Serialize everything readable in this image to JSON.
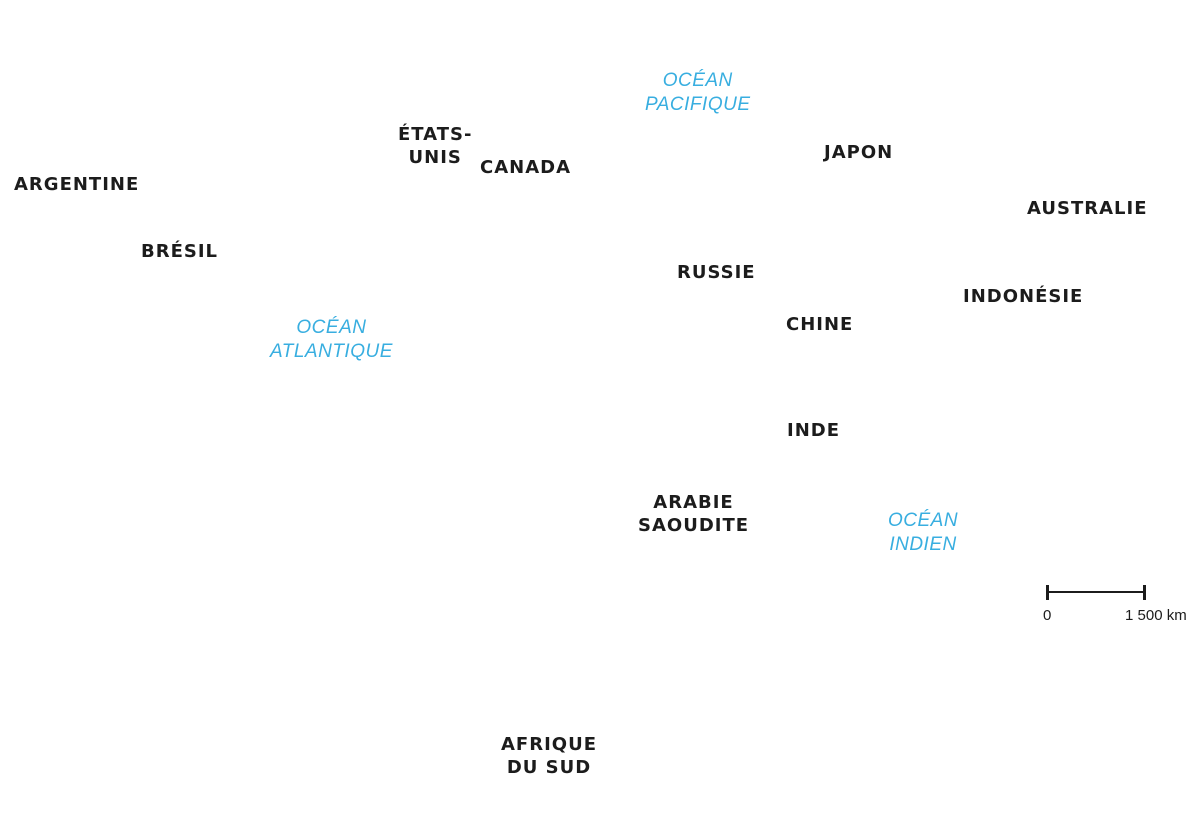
{
  "map": {
    "countries": [
      {
        "id": "argentine",
        "lines": [
          "ARGENTINE"
        ]
      },
      {
        "id": "bresil",
        "lines": [
          "BRÉSIL"
        ]
      },
      {
        "id": "etats-unis",
        "lines": [
          "ÉTATS-",
          "UNIS"
        ]
      },
      {
        "id": "canada",
        "lines": [
          "CANADA"
        ]
      },
      {
        "id": "japon",
        "lines": [
          "JAPON"
        ]
      },
      {
        "id": "australie",
        "lines": [
          "AUSTRALIE"
        ]
      },
      {
        "id": "russie",
        "lines": [
          "RUSSIE"
        ]
      },
      {
        "id": "indonesie",
        "lines": [
          "INDONÉSIE"
        ]
      },
      {
        "id": "chine",
        "lines": [
          "CHINE"
        ]
      },
      {
        "id": "inde",
        "lines": [
          "INDE"
        ]
      },
      {
        "id": "arabie-saoudite",
        "lines": [
          "ARABIE",
          "SAOUDITE"
        ]
      },
      {
        "id": "afrique-du-sud",
        "lines": [
          "AFRIQUE",
          "DU SUD"
        ]
      }
    ],
    "oceans": [
      {
        "id": "pacifique",
        "lines": [
          "OCÉAN",
          "PACIFIQUE"
        ]
      },
      {
        "id": "atlantique",
        "lines": [
          "OCÉAN",
          "ATLANTIQUE"
        ]
      },
      {
        "id": "indien",
        "lines": [
          "OCÉAN",
          "INDIEN"
        ]
      }
    ],
    "scale": {
      "min_label": "0",
      "max_label": "1 500 km"
    },
    "colors": {
      "country_text": "#1c1c1c",
      "ocean_text": "#38aee0",
      "background": "#ffffff"
    }
  }
}
